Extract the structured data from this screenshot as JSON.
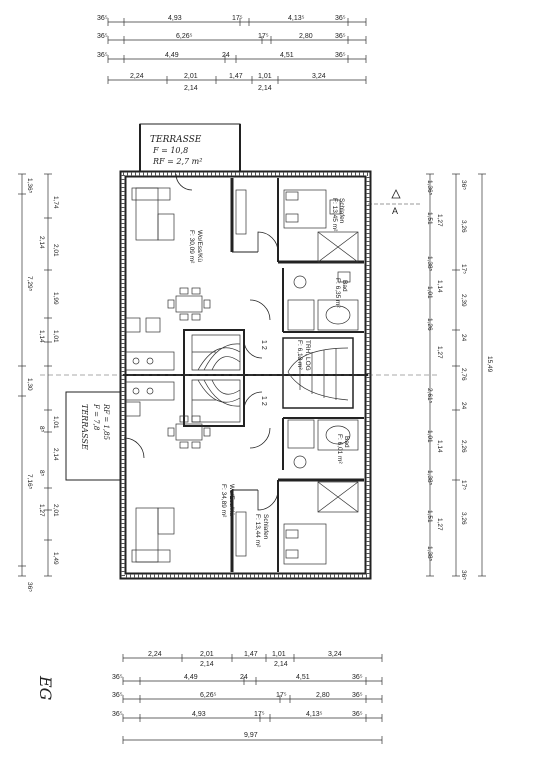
{
  "dimension_rows_top": {
    "row1": [
      "36⁵",
      "4,93",
      "17⁵",
      "4,13⁵",
      "36⁵"
    ],
    "row2": [
      "36⁵",
      "6,26⁵",
      "17⁵",
      "2,80",
      "36⁵"
    ],
    "row3": [
      "36⁵",
      "4,49",
      "24",
      "4,51",
      "36⁵"
    ],
    "row4_top": [
      "2,24",
      "2,01",
      "1,47",
      "1,01",
      "3,24"
    ],
    "row4_bottom": [
      "2,14",
      "2,14"
    ]
  },
  "dimension_rows_bottom": {
    "row1_top": [
      "2,24",
      "2,01",
      "1,47",
      "1,01",
      "3,24"
    ],
    "row1_bottom": [
      "2,14",
      "2,14"
    ],
    "row2": [
      "36⁵",
      "4,49",
      "24",
      "4,51",
      "36⁵"
    ],
    "row3": [
      "36⁵",
      "6,26⁵",
      "17⁵",
      "2,80",
      "36⁵"
    ],
    "row4": [
      "36⁵",
      "4,93",
      "17⁵",
      "4,13⁵",
      "36⁵"
    ],
    "total": "9,97"
  },
  "dimensions_left": {
    "outer": [
      "1,36⁵",
      "7,29⁵",
      "1,30",
      "7,16⁵",
      "36⁵"
    ],
    "inner_top": [
      "1,74",
      "2,01",
      "2,14",
      "1,99",
      "1,01",
      "1,14"
    ],
    "inner_bottom": [
      "1,01",
      "8⁵",
      "2,14",
      "8⁵",
      "2,01",
      "1,27",
      "1,49"
    ]
  },
  "dimensions_right": {
    "col1": [
      "1,36⁵",
      "1,51",
      "1,27",
      "1,38⁵",
      "1,14",
      "1,01",
      "1,26",
      "1,27",
      "2,61⁵",
      "1,01",
      "1,14",
      "1,38⁵",
      "1,51",
      "1,27",
      "1,38⁵"
    ],
    "col2": [
      "36⁵",
      "3,26",
      "17⁵",
      "2,39",
      "24",
      "2,76",
      "24",
      "2,26",
      "17⁵",
      "3,26",
      "36⁵"
    ],
    "total": "15,49"
  },
  "terrace_top": {
    "title": "TERRASSE",
    "line1": "F = 10,8",
    "line2": "RF = 2,7 m²"
  },
  "terrace_left": {
    "title": "TERRASSE",
    "line1": "F = 7,8",
    "line2": "RF = 1,85"
  },
  "section_marker": "A",
  "rooms": {
    "wohnen_top": {
      "name": "Wo/Ess/Kü",
      "area": "F: 30,09 m²"
    },
    "schlafen_top": {
      "name": "Schlafen",
      "area": "F: 13,45 m²"
    },
    "bad_top": {
      "name": "Bad",
      "area": "F: 6,35 m²"
    },
    "treppe": {
      "name": "TRH, LOG",
      "area": "F: 6,13 m²"
    },
    "bad_bottom": {
      "name": "Bad",
      "area": "F: 6,01 m²"
    },
    "wohnen_bottom": {
      "name": "Wo/Ess/Kü",
      "area": "F: 34,89 m²"
    },
    "schlafen_bottom": {
      "name": "Schlafen",
      "area": "F: 13,44 m²"
    }
  },
  "stair_labels": [
    "1 2",
    "1 2"
  ],
  "floor_note": "EG"
}
